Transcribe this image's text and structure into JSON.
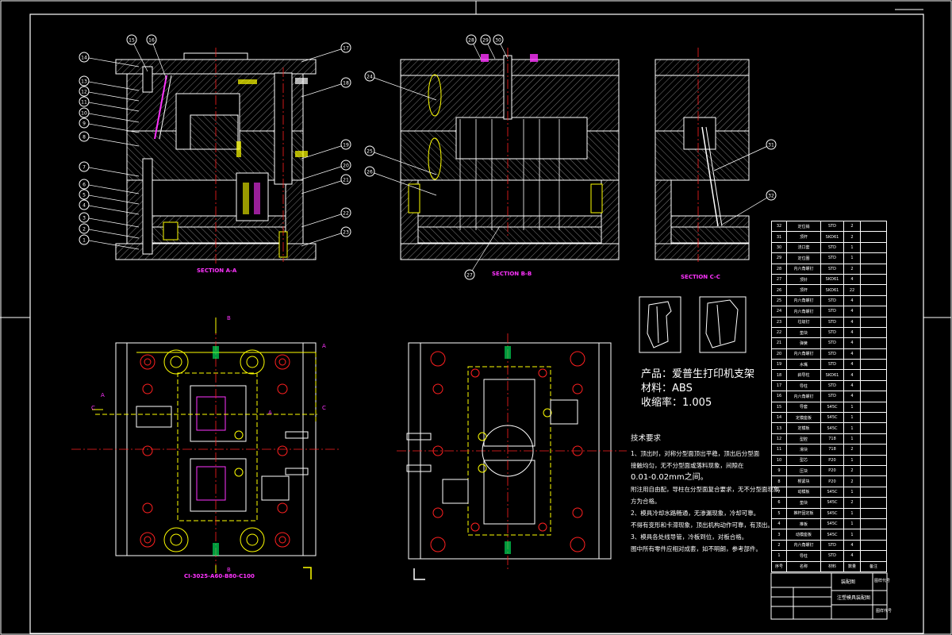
{
  "sections": {
    "a": "SECTION A-A",
    "b": "SECTION B-B",
    "c": "SECTION C-C"
  },
  "mold_code": "CI-3025-A60-B80-C100",
  "product": {
    "name": "产品：爱普生打印机支架",
    "material": "材料：ABS",
    "shrinkage": "收缩率：1.005"
  },
  "tech": {
    "title": "技术要求",
    "lines": [
      "1、顶出时，对称分型面顶出平稳，顶出后分型面",
      "接触均匀，无不分型面或落料现象，间隙在",
      "0.01-0.02mm之间。",
      "附注用自由配，导柱在分型面复合要求，无不分型面现象",
      "方为合格。",
      "2、模具冷却水路畅通，无渗漏现象，冷却可靠。",
      "不得有变形和卡滞现象，顶出机构动作可靠，有顶出。",
      "3、模具各处线导管，冷板到位，对板合格。",
      "图中所有零件应相对成套，如不明朗，参考部件。"
    ]
  },
  "balloons": {
    "left_a": [
      "14",
      "13",
      "12",
      "11",
      "10",
      "9",
      "8",
      "7",
      "6",
      "5",
      "4",
      "3",
      "2",
      "1"
    ],
    "top_a": [
      "15",
      "16"
    ],
    "right_a": [
      "17",
      "18",
      "19",
      "20",
      "21",
      "22",
      "23"
    ],
    "top_b": [
      "28",
      "29",
      "30"
    ],
    "left_b": [
      "24",
      "25",
      "26"
    ],
    "bottom_b": "27",
    "right_c": [
      "31",
      "32"
    ]
  },
  "axis_labels": {
    "b": "B",
    "a": "A",
    "c": "C"
  },
  "bom_rows": [
    [
      "32",
      "定位销",
      "STD",
      "2"
    ],
    [
      "31",
      "顶杆",
      "SKD61",
      "2"
    ],
    [
      "30",
      "浇口套",
      "STD",
      "1"
    ],
    [
      "29",
      "定位圈",
      "STD",
      "1"
    ],
    [
      "28",
      "内六角螺钉",
      "STD",
      "2"
    ],
    [
      "27",
      "顶针",
      "SKD61",
      "4"
    ],
    [
      "26",
      "顶杆",
      "SKD61",
      "22"
    ],
    [
      "25",
      "内六角螺钉",
      "STD",
      "4"
    ],
    [
      "24",
      "内六角螺钉",
      "STD",
      "4"
    ],
    [
      "23",
      "垃圾钉",
      "STD",
      "4"
    ],
    [
      "22",
      "垫块",
      "STD",
      "4"
    ],
    [
      "21",
      "弹簧",
      "STD",
      "4"
    ],
    [
      "20",
      "内六角螺钉",
      "STD",
      "4"
    ],
    [
      "19",
      "水嘴",
      "STD",
      "4"
    ],
    [
      "18",
      "斜导柱",
      "SKD61",
      "4"
    ],
    [
      "17",
      "导柱",
      "STD",
      "4"
    ],
    [
      "16",
      "内六角螺钉",
      "STD",
      "4"
    ],
    [
      "15",
      "导套",
      "S45C",
      "1"
    ],
    [
      "14",
      "定模座板",
      "S45C",
      "1"
    ],
    [
      "13",
      "定模板",
      "S45C",
      "1"
    ],
    [
      "12",
      "型腔",
      "718",
      "1"
    ],
    [
      "11",
      "滑块",
      "718",
      "2"
    ],
    [
      "10",
      "型芯",
      "P20",
      "1"
    ],
    [
      "9",
      "压块",
      "P20",
      "2"
    ],
    [
      "8",
      "楔紧块",
      "P20",
      "2"
    ],
    [
      "7",
      "动模板",
      "S45C",
      "1"
    ],
    [
      "6",
      "垫块",
      "S45C",
      "2"
    ],
    [
      "5",
      "推杆固定板",
      "S45C",
      "1"
    ],
    [
      "4",
      "推板",
      "S45C",
      "1"
    ],
    [
      "3",
      "动模座板",
      "S45C",
      "1"
    ],
    [
      "2",
      "内六角螺钉",
      "STD",
      "4"
    ],
    [
      "1",
      "导柱",
      "STD",
      "4"
    ]
  ],
  "bom_header": [
    "序号",
    "名称",
    "材料",
    "数量",
    "备注"
  ],
  "title_block": {
    "left": "装配图",
    "right1": "图样代号",
    "right2": "注塑模具装配图",
    "right3": "图样代号"
  },
  "colors": {
    "line": "#ffffff",
    "hatch": "#9a9a9a",
    "center": "#ff2020",
    "cool": "#ffff00",
    "part": "#ff33ff",
    "accent": "#00ff66"
  }
}
